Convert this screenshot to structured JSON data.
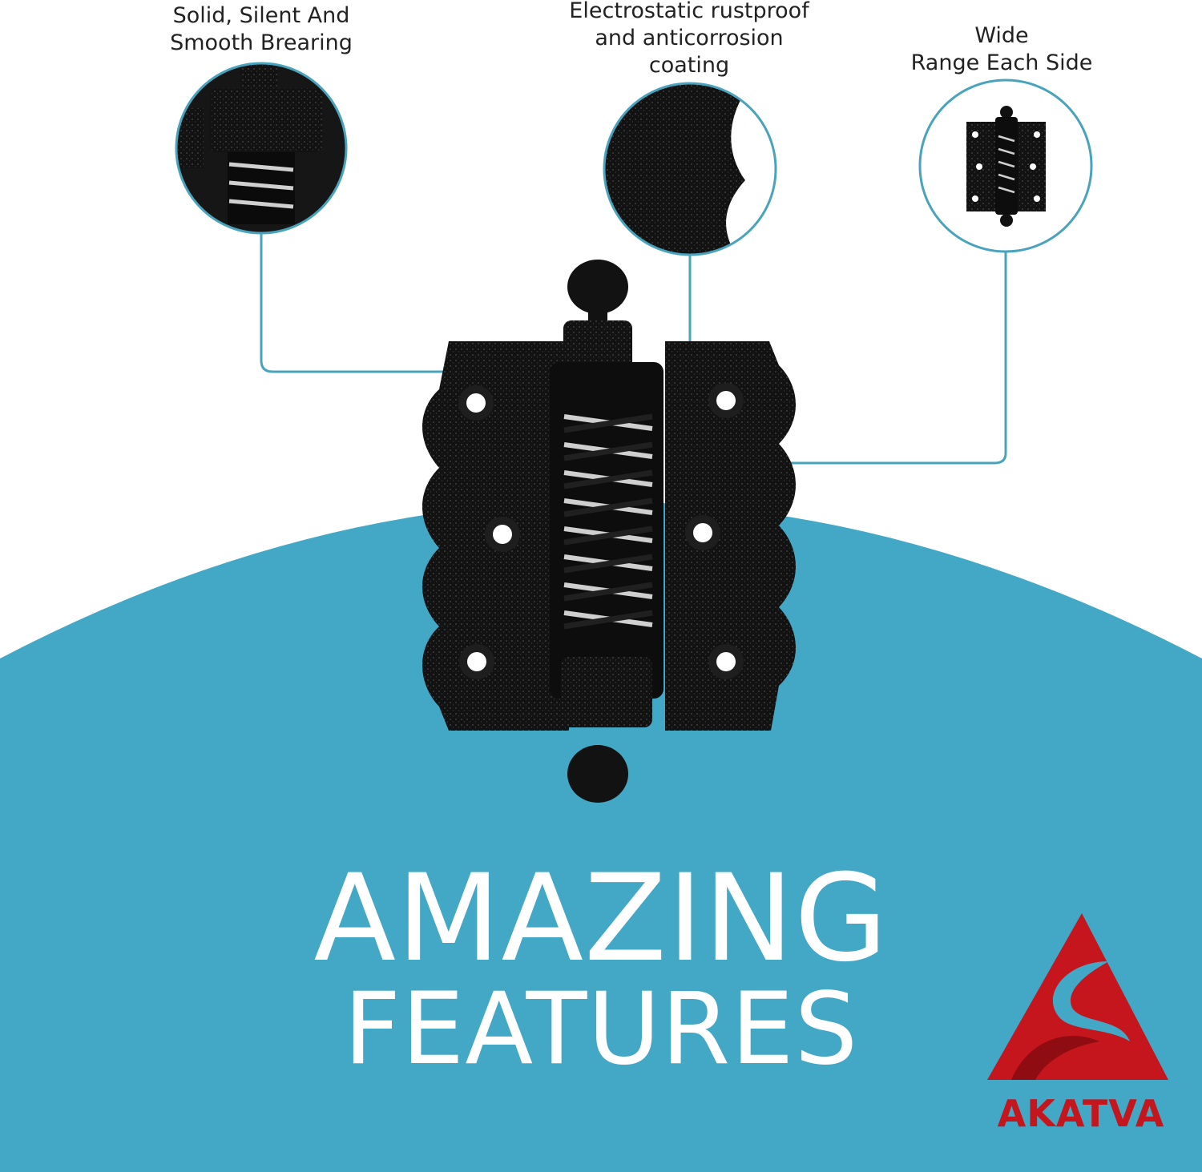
{
  "features": [
    {
      "label": "Solid, Silent And\nSmooth Brearing"
    },
    {
      "label": "Electrostatic rustproof\nand anticorrosion\ncoating"
    },
    {
      "label": "Wide\nRange Each Side"
    }
  ],
  "headline": {
    "line1": "AMAZING",
    "line2": "FEATURES"
  },
  "brand": {
    "name": "AKATVA"
  },
  "colors": {
    "accent": "#43a7c6",
    "line": "#4aa3bd",
    "hardware": "#111111",
    "brand_red": "#c4161c",
    "text": "#222222",
    "headline_text": "#ffffff"
  }
}
